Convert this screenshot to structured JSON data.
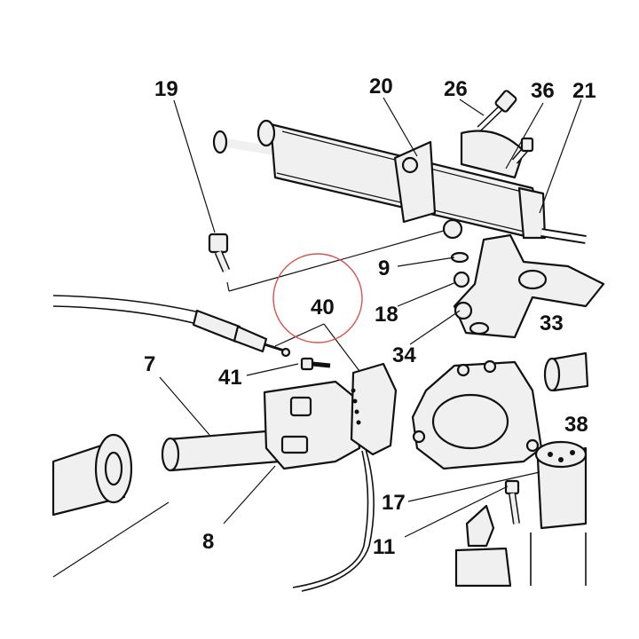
{
  "labels": {
    "l19": "19",
    "l20": "20",
    "l26": "26",
    "l36": "36",
    "l21": "21",
    "l9": "9",
    "l18": "18",
    "l34": "34",
    "l40": "40",
    "l33": "33",
    "l7": "7",
    "l41": "41",
    "l38": "38",
    "l17": "17",
    "l8": "8",
    "l11": "11"
  },
  "colors": {
    "ink": "#111111",
    "part_fill": "#f0f0f0",
    "highlight": "#d9534f",
    "paper": "#ffffff"
  }
}
